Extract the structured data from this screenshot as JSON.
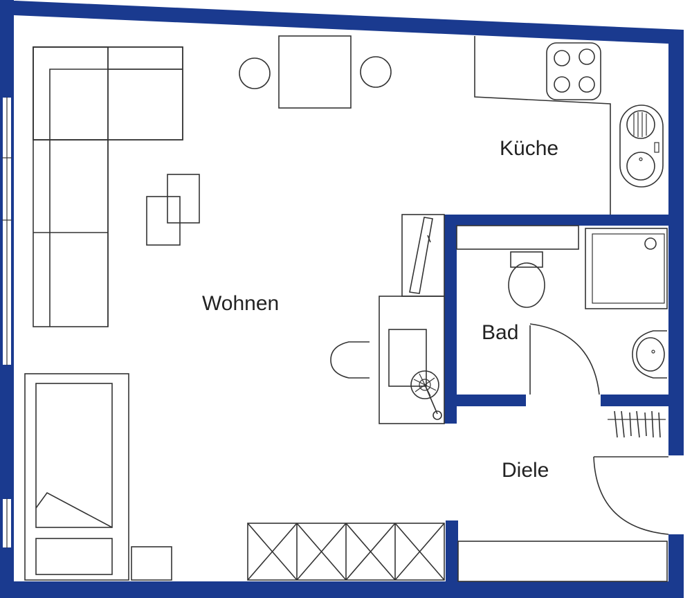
{
  "rooms": {
    "kueche": "Küche",
    "wohnen": "Wohnen",
    "bad": "Bad",
    "diele": "Diele"
  },
  "colors": {
    "wall": "#1a3a8f",
    "line": "#333333",
    "text": "#222222",
    "background": "#ffffff"
  }
}
